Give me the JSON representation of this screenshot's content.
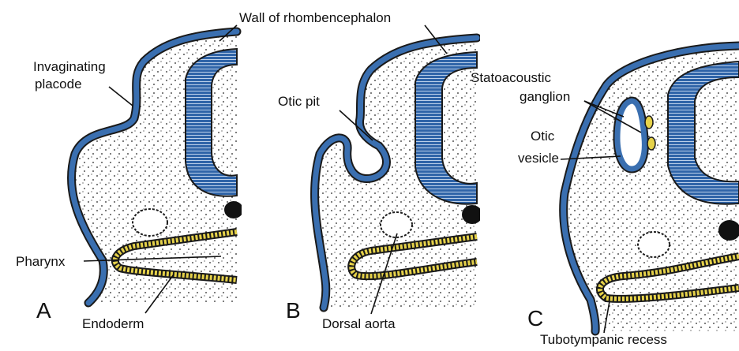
{
  "labels": {
    "wall_of_rhombencephalon": "Wall of rhombencephalon",
    "invaginating_1": "Invaginating",
    "invaginating_2": "placode",
    "otic_pit": "Otic pit",
    "statoacoustic_1": "Statoacoustic",
    "statoacoustic_2": "ganglion",
    "otic_vesicle_1": "Otic",
    "otic_vesicle_2": "vesicle",
    "pharynx": "Pharynx",
    "endoderm": "Endoderm",
    "dorsal_aorta": "Dorsal aorta",
    "tubotympanic_recess": "Tubotympanic recess"
  },
  "panels": {
    "a": "A",
    "b": "B",
    "c": "C"
  },
  "colors": {
    "ectoderm_blue": "#3a6fb0",
    "neural_blue": "#2f64a8",
    "endoderm_yellow": "#e6d24a",
    "outline": "#1a1a1a",
    "stipple": "#222222"
  }
}
